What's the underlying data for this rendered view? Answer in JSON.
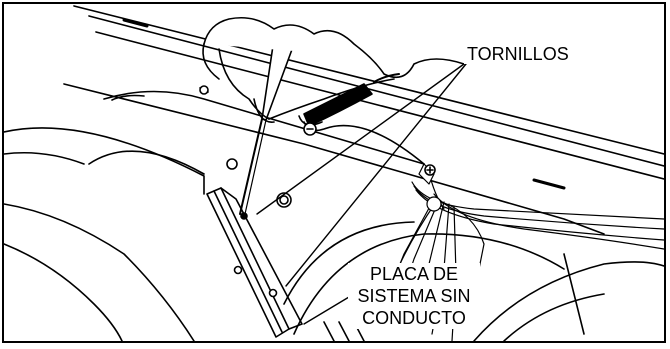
{
  "labels": {
    "screws": "TORNILLOS",
    "plate_line1": "PLACA DE",
    "plate_line2": "SISTEMA SIN",
    "plate_line3": "CONDUCTO"
  }
}
